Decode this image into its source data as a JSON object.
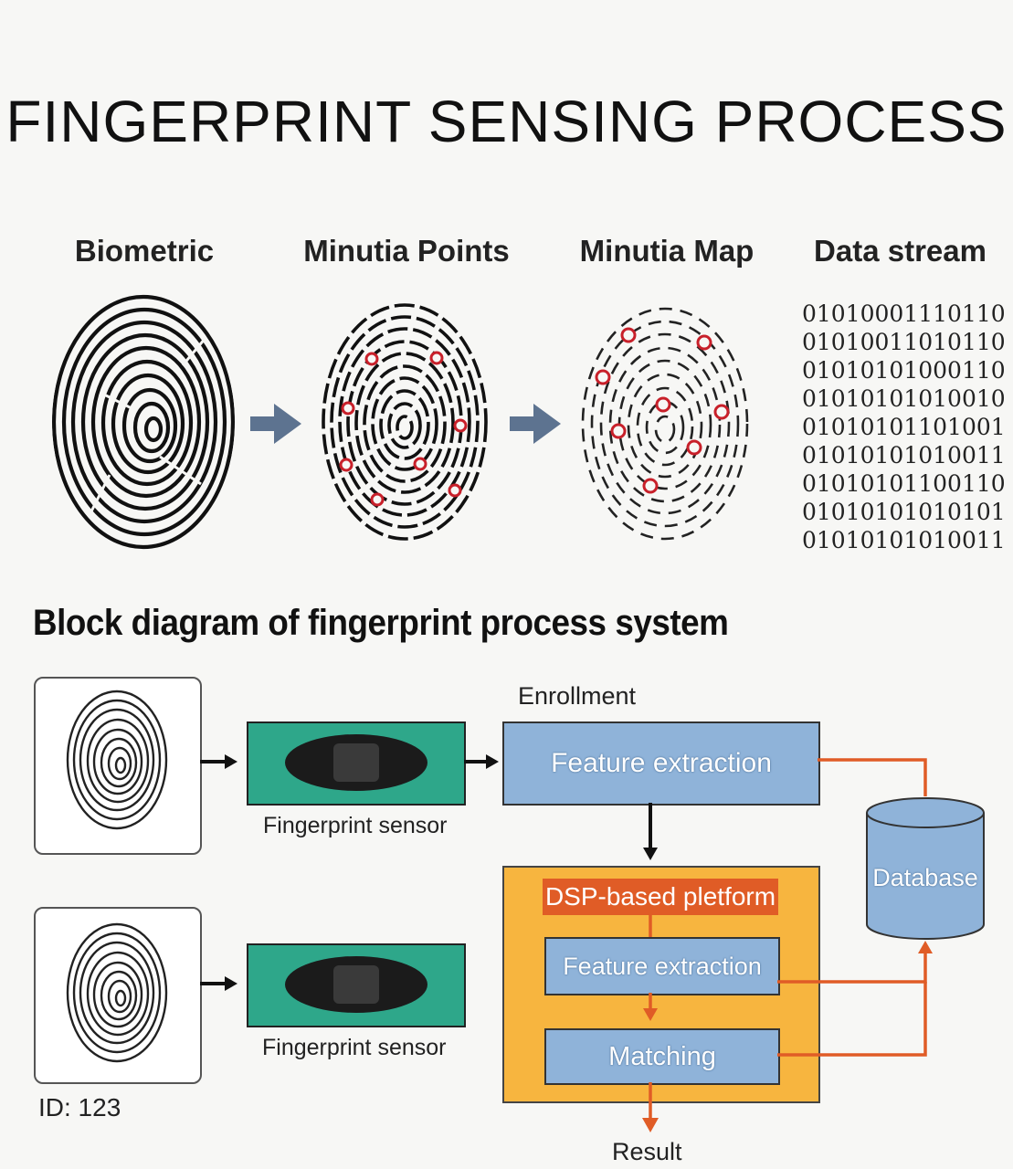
{
  "title": "FINGERPRINT SENSING PROCESS",
  "stages": [
    {
      "label": "Biometric"
    },
    {
      "label": "Minutia Points"
    },
    {
      "label": "Minutia Map"
    },
    {
      "label": "Data stream"
    }
  ],
  "data_stream": [
    "01010001110110",
    "01010011010110",
    "01010101000110",
    "01010101010010",
    "01010101101001",
    "01010101010011",
    "01010101100110",
    "01010101010101",
    "01010101010011"
  ],
  "block_diagram": {
    "heading": "Block diagram of fingerprint process system",
    "enrollment_label": "Enrollment",
    "sensor_caption_top": "Fingerprint sensor",
    "sensor_caption_bottom": "Fingerprint sensor",
    "feature_extraction_top": "Feature extraction",
    "dsp_label": "DSP-based pletform",
    "feature_extraction_dsp": "Feature extraction",
    "matching": "Matching",
    "database": "Database",
    "result": "Result",
    "id_label": "ID: 123"
  },
  "colors": {
    "arrow_blue": "#5d7390",
    "sensor_green": "#2ea78a",
    "box_blue": "#8fb3d9",
    "panel_orange": "#f7b53f",
    "accent_orange": "#e05c26",
    "minutia_red": "#c8202a"
  },
  "icons": [
    "fingerprint-icon",
    "arrow-right-icon",
    "database-icon"
  ]
}
